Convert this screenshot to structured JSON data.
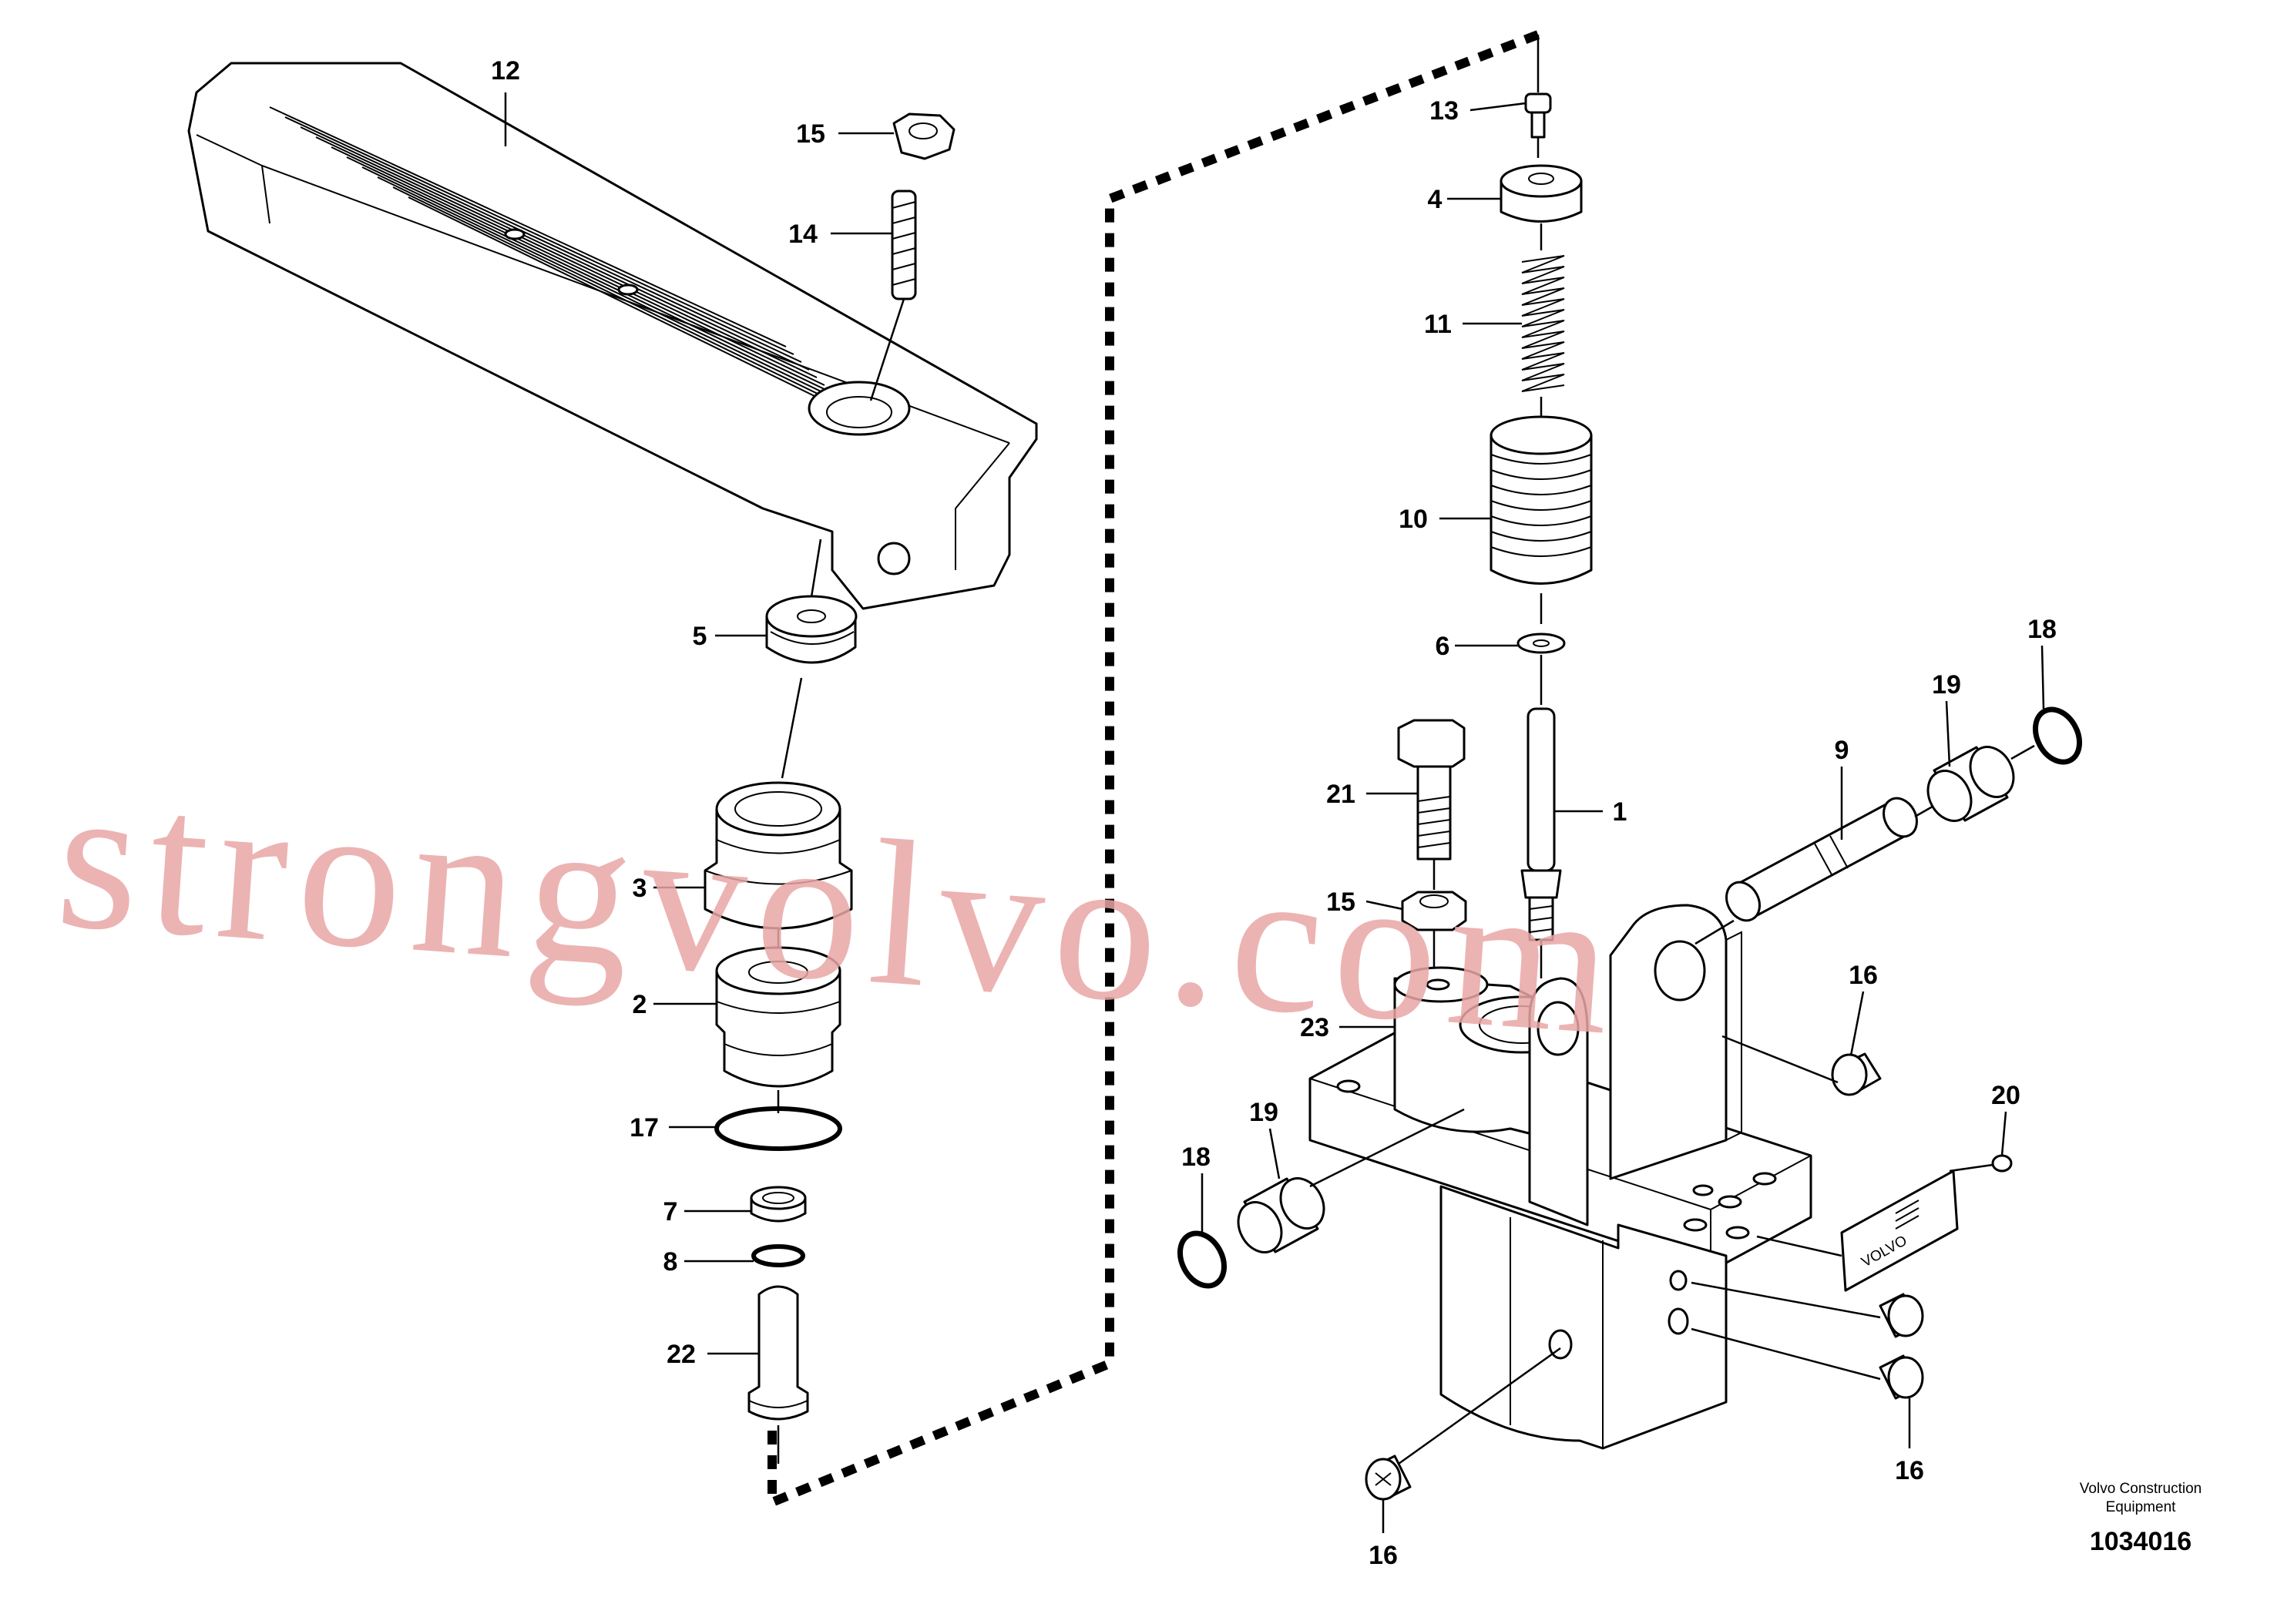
{
  "diagram": {
    "callouts": {
      "c12": "12",
      "c15a": "15",
      "c14": "14",
      "c5": "5",
      "c3": "3",
      "c2": "2",
      "c17": "17",
      "c7": "7",
      "c8": "8",
      "c22": "22",
      "c13": "13",
      "c4": "4",
      "c11": "11",
      "c10": "10",
      "c6": "6",
      "c1": "1",
      "c21": "21",
      "c15b": "15",
      "c9": "9",
      "c19a": "19",
      "c18a": "18",
      "c16a": "16",
      "c20": "20",
      "c23": "23",
      "c19b": "19",
      "c18b": "18",
      "c16b": "16",
      "c16c": "16"
    },
    "publisher_line1": "Volvo Construction",
    "publisher_line2": "Equipment",
    "drawing_number": "1034016",
    "plate_text": "VOLVO",
    "watermark": "strongvolvo.com"
  }
}
